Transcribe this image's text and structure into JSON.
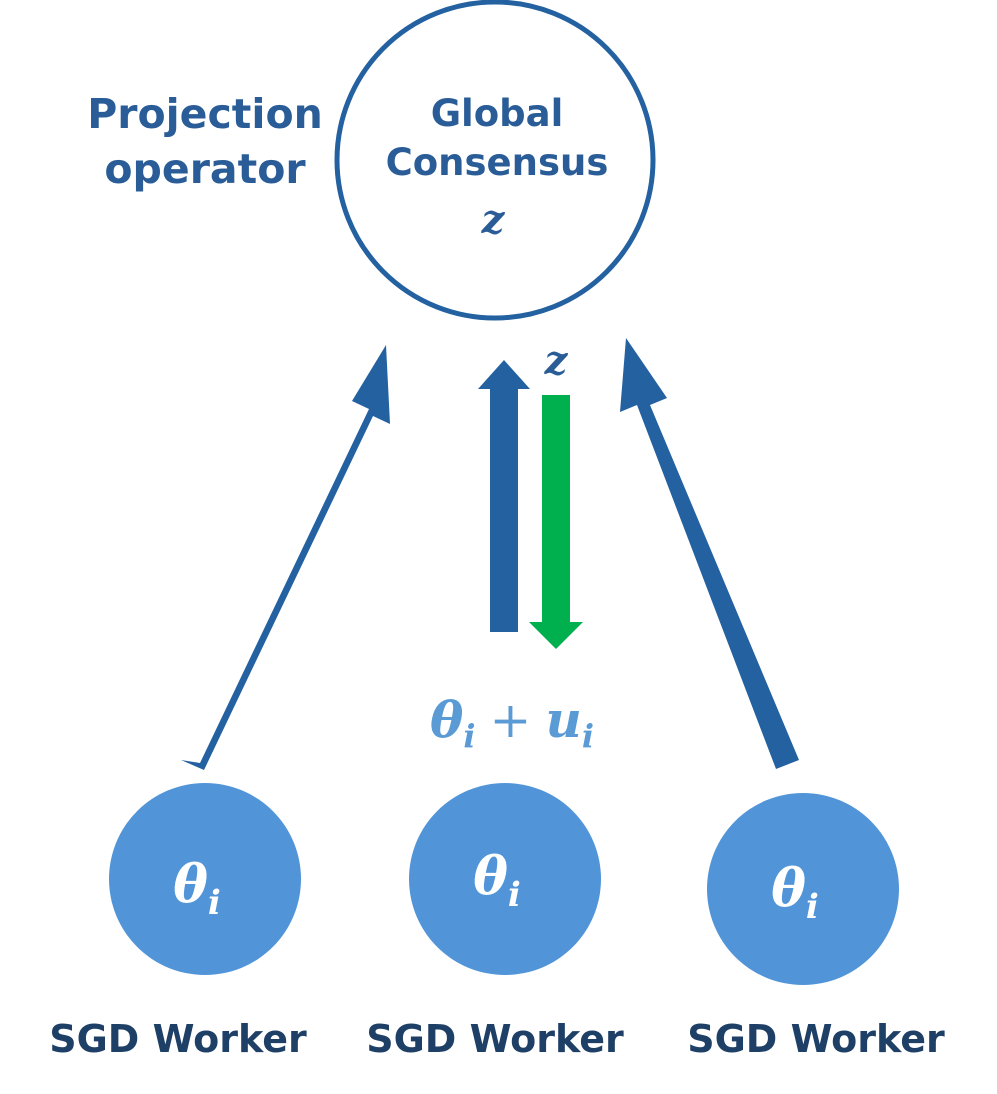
{
  "diagram": {
    "consensus_node": {
      "line1": "Global",
      "line2": "Consensus",
      "symbol": "z"
    },
    "projection_label": {
      "line1": "Projection",
      "line2": "operator"
    },
    "down_arrow_label": "z",
    "update_label": {
      "theta": "θ",
      "sub_i": "i",
      "plus": "+",
      "u": "u",
      "sub_i2": "i"
    },
    "workers": [
      {
        "symbol": "θ",
        "sub": "i",
        "label": "SGD Worker"
      },
      {
        "symbol": "θ",
        "sub": "i",
        "label": "SGD Worker"
      },
      {
        "symbol": "θ",
        "sub": "i",
        "label": "SGD Worker"
      }
    ],
    "colors": {
      "dark_blue": "#2461a0",
      "label_blue": "#2a5d97",
      "worker_fill": "#5195d8",
      "green": "#00b04f",
      "light_blue_text": "#5b9bd5",
      "worker_label": "#1e3f66"
    }
  }
}
